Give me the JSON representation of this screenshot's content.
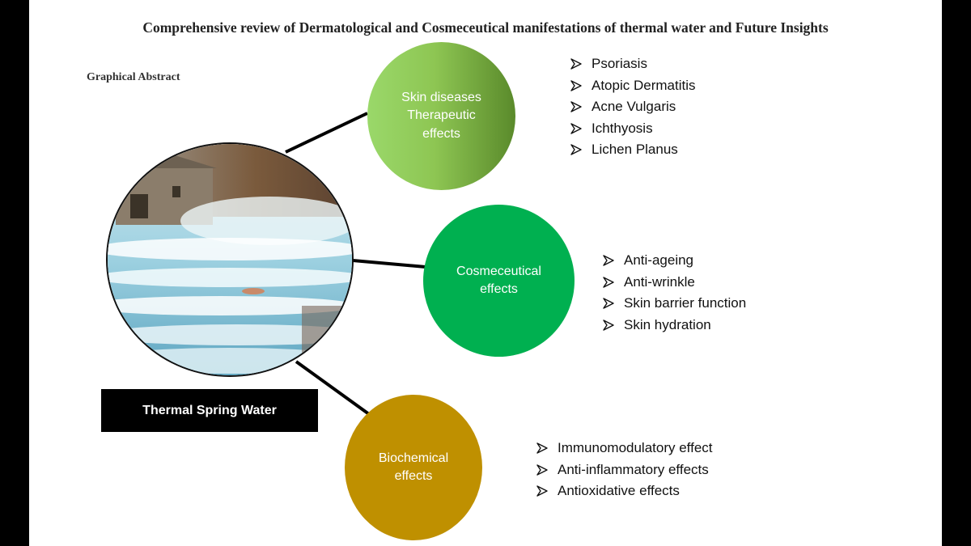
{
  "title": "Comprehensive review of Dermatological and Cosmeceutical manifestations of thermal water and Future Insights",
  "subtitle": "Graphical Abstract",
  "center_label": "Thermal Spring Water",
  "bubbles": [
    {
      "lines": [
        "Skin diseases",
        "Therapeutic",
        "effects"
      ],
      "color": "#8ec653"
    },
    {
      "lines": [
        "Cosmeceutical",
        "effects"
      ],
      "color": "#00b050"
    },
    {
      "lines": [
        "Biochemical",
        "effects"
      ],
      "color": "#bf9000"
    }
  ],
  "lists": [
    {
      "items": [
        "Psoriasis",
        "Atopic Dermatitis",
        "Acne Vulgaris",
        "Ichthyosis",
        "Lichen Planus"
      ]
    },
    {
      "items": [
        "Anti-ageing",
        "Anti-wrinkle",
        "Skin barrier function",
        "Skin hydration"
      ]
    },
    {
      "items": [
        "Immunomodulatory effect",
        "Anti-inflammatory effects",
        "Antioxidative effects"
      ]
    }
  ],
  "icons": {
    "photo": "thermal-spring-photo",
    "bullet": "arrow-bullet-icon"
  }
}
